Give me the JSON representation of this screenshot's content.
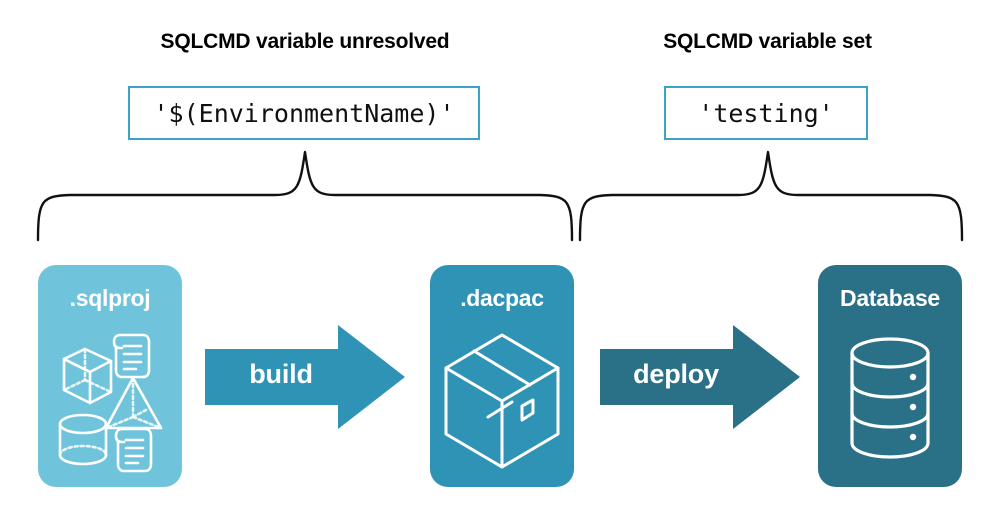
{
  "headings": {
    "left": "SQLCMD variable unresolved",
    "right": "SQLCMD variable set"
  },
  "code_boxes": {
    "left": "'$(EnvironmentName)'",
    "right": "'testing'"
  },
  "stages": [
    {
      "id": "sqlproj",
      "label": ".sqlproj",
      "color": "#6fc4dc",
      "icons": [
        "cube-icon",
        "scroll-icon",
        "pyramid-icon",
        "cylinder-icon",
        "scroll-icon"
      ]
    },
    {
      "id": "dacpac",
      "label": ".dacpac",
      "color": "#2f93b5",
      "icons": [
        "package-box-icon"
      ]
    },
    {
      "id": "database",
      "label": "Database",
      "color": "#2a7086",
      "icons": [
        "database-cylinder-icon"
      ]
    }
  ],
  "arrows": [
    {
      "id": "build",
      "label": "build",
      "color": "#2f93b5"
    },
    {
      "id": "deploy",
      "label": "deploy",
      "color": "#2a7086"
    }
  ],
  "braces": {
    "left_span_label": "build phase brace",
    "right_span_label": "deploy phase brace",
    "stroke_color": "#111111"
  },
  "colors": {
    "background": "#ffffff",
    "code_border": "#3ba3c4",
    "text": "#000000",
    "box_text": "#ffffff",
    "light_blue": "#6fc4dc",
    "mid_teal": "#2f93b5",
    "dark_teal": "#2a7086"
  }
}
